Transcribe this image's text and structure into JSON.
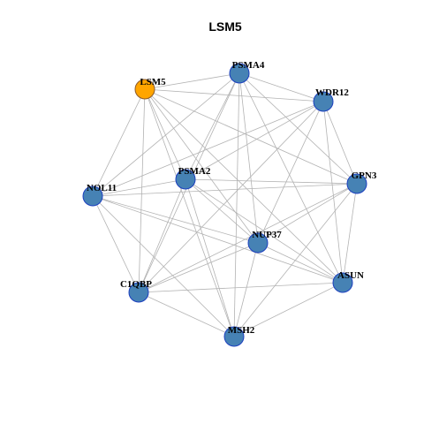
{
  "title": "LSM5",
  "colors": {
    "focus_fill": "#FFA500",
    "focus_stroke": "#8B5A2B",
    "node_fill": "#4682B4",
    "node_stroke": "#1C3FBF",
    "edge": "#B3B3B3"
  },
  "nodes": [
    {
      "id": "LSM5",
      "label": "LSM5",
      "focus": true
    },
    {
      "id": "PSMA4",
      "label": "PSMA4"
    },
    {
      "id": "WDR12",
      "label": "WDR12"
    },
    {
      "id": "GPN3",
      "label": "GPN3"
    },
    {
      "id": "ASUN",
      "label": "ASUN"
    },
    {
      "id": "MSH2",
      "label": "MSH2"
    },
    {
      "id": "C1QBP",
      "label": "C1QBP"
    },
    {
      "id": "NOL11",
      "label": "NOL11"
    },
    {
      "id": "PSMA2",
      "label": "PSMA2"
    },
    {
      "id": "NUP37",
      "label": "NUP37"
    }
  ],
  "edges": [
    [
      "LSM5",
      "PSMA4"
    ],
    [
      "LSM5",
      "WDR12"
    ],
    [
      "LSM5",
      "GPN3"
    ],
    [
      "LSM5",
      "ASUN"
    ],
    [
      "LSM5",
      "MSH2"
    ],
    [
      "LSM5",
      "C1QBP"
    ],
    [
      "LSM5",
      "NOL11"
    ],
    [
      "LSM5",
      "PSMA2"
    ],
    [
      "LSM5",
      "NUP37"
    ],
    [
      "PSMA4",
      "WDR12"
    ],
    [
      "PSMA4",
      "GPN3"
    ],
    [
      "PSMA4",
      "ASUN"
    ],
    [
      "PSMA4",
      "MSH2"
    ],
    [
      "PSMA4",
      "C1QBP"
    ],
    [
      "PSMA4",
      "NOL11"
    ],
    [
      "PSMA4",
      "PSMA2"
    ],
    [
      "PSMA4",
      "NUP37"
    ],
    [
      "WDR12",
      "GPN3"
    ],
    [
      "WDR12",
      "ASUN"
    ],
    [
      "WDR12",
      "C1QBP"
    ],
    [
      "WDR12",
      "PSMA2"
    ],
    [
      "WDR12",
      "NUP37"
    ],
    [
      "WDR12",
      "NOL11"
    ],
    [
      "GPN3",
      "ASUN"
    ],
    [
      "GPN3",
      "MSH2"
    ],
    [
      "GPN3",
      "C1QBP"
    ],
    [
      "GPN3",
      "NOL11"
    ],
    [
      "GPN3",
      "PSMA2"
    ],
    [
      "GPN3",
      "NUP37"
    ],
    [
      "ASUN",
      "MSH2"
    ],
    [
      "ASUN",
      "C1QBP"
    ],
    [
      "ASUN",
      "NOL11"
    ],
    [
      "ASUN",
      "PSMA2"
    ],
    [
      "ASUN",
      "NUP37"
    ],
    [
      "MSH2",
      "C1QBP"
    ],
    [
      "MSH2",
      "NOL11"
    ],
    [
      "MSH2",
      "PSMA2"
    ],
    [
      "MSH2",
      "NUP37"
    ],
    [
      "C1QBP",
      "NOL11"
    ],
    [
      "C1QBP",
      "PSMA2"
    ],
    [
      "C1QBP",
      "NUP37"
    ],
    [
      "NOL11",
      "PSMA2"
    ],
    [
      "NOL11",
      "NUP37"
    ],
    [
      "PSMA2",
      "NUP37"
    ]
  ]
}
